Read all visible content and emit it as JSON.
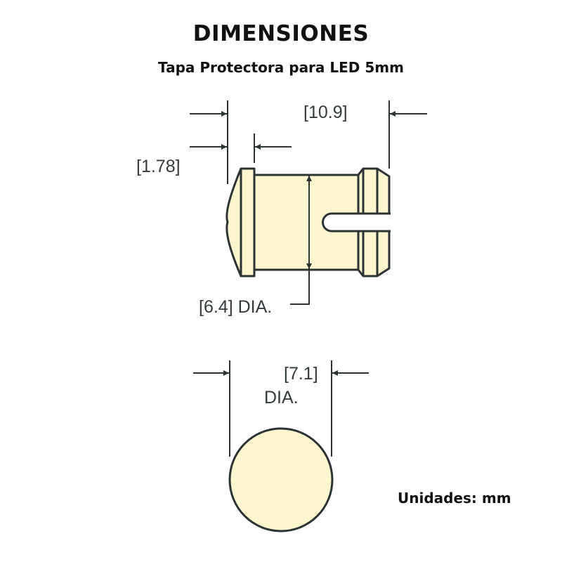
{
  "title": "DIMENSIONES",
  "subtitle": "Tapa Protectora para LED 5mm",
  "units": "Unidades: mm",
  "dimensions": {
    "overall_length": "[10.9]",
    "cap_thickness": "[1.78]",
    "body_diameter": "[6.4] DIA.",
    "cap_diameter_value": "[7.1]",
    "cap_diameter_label": "DIA."
  },
  "colors": {
    "fill": "#fdf6cf",
    "stroke": "#2b3335",
    "text": "#333b3e"
  }
}
